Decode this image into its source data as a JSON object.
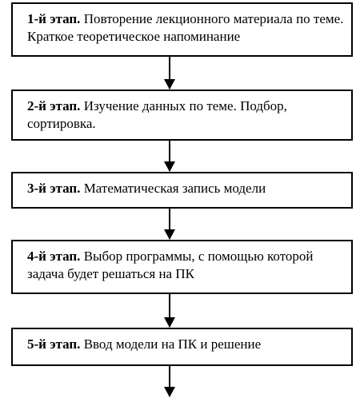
{
  "stages": [
    {
      "number": "1-й этап.",
      "text": " Повторение лекционного материала по теме. Краткое теоретическое напоминание"
    },
    {
      "number": "2-й этап.",
      "text": " Изучение данных по теме. Подбор, сортировка."
    },
    {
      "number": "3-й этап.",
      "text": " Математическая запись модели"
    },
    {
      "number": "4-й этап.",
      "text": " Выбор программы, с помощью которой задача будет решаться на ПК"
    },
    {
      "number": "5-й этап.",
      "text": " Ввод модели на ПК и решение"
    }
  ]
}
